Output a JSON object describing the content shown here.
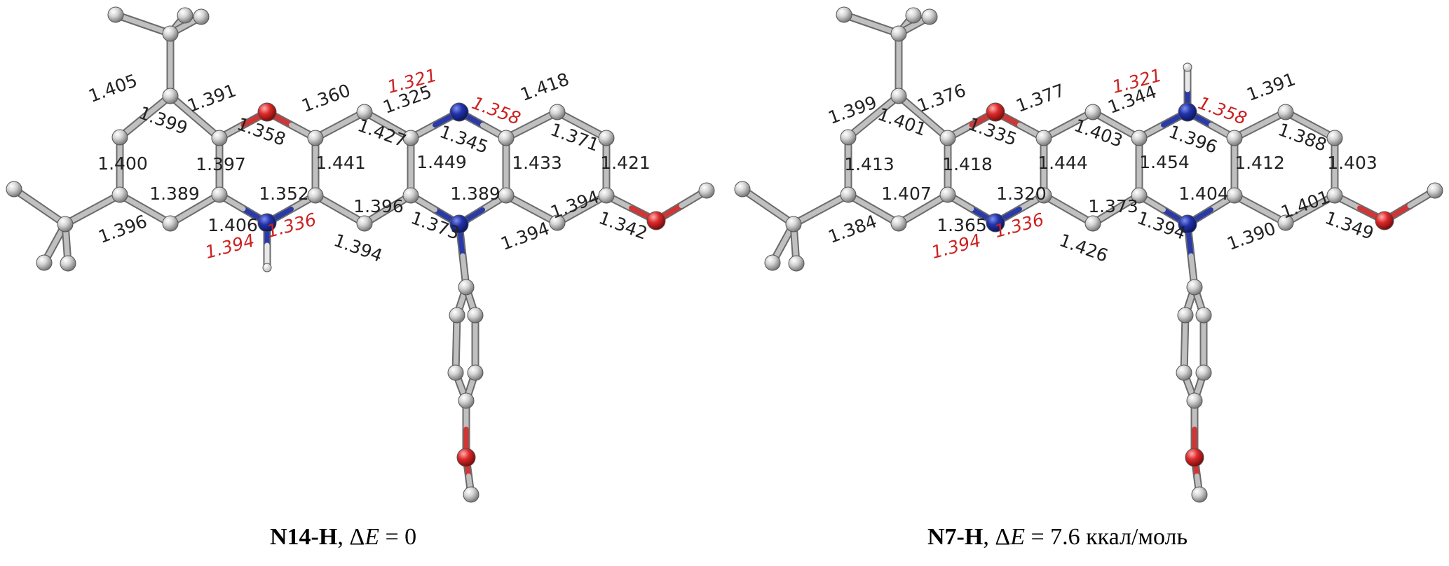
{
  "figure": {
    "background": "#ffffff",
    "colors": {
      "carbon": "#c8c8c8",
      "carbon_highlight": "#f2f2f2",
      "nitrogen": "#1a2c9e",
      "oxygen": "#cc1f1f",
      "hydrogen": "#ffffff",
      "label_black": "#222222",
      "label_red": "#cc2222"
    },
    "molecules": [
      {
        "name": "N14-H",
        "caption": {
          "name": "N14-H",
          "sep": ", Δ",
          "var": "E",
          "value": " = 0"
        },
        "labels": [
          {
            "text": "1.405",
            "color": "black"
          },
          {
            "text": "1.399",
            "color": "black"
          },
          {
            "text": "1.391",
            "color": "black"
          },
          {
            "text": "1.360",
            "color": "black"
          },
          {
            "text": "1.321",
            "color": "red"
          },
          {
            "text": "1.325",
            "color": "black"
          },
          {
            "text": "1.358",
            "color": "red"
          },
          {
            "text": "1.418",
            "color": "black"
          },
          {
            "text": "1.358",
            "color": "black"
          },
          {
            "text": "1.427",
            "color": "black"
          },
          {
            "text": "1.345",
            "color": "black"
          },
          {
            "text": "1.371",
            "color": "black"
          },
          {
            "text": "1.400",
            "color": "black"
          },
          {
            "text": "1.397",
            "color": "black"
          },
          {
            "text": "1.441",
            "color": "black"
          },
          {
            "text": "1.449",
            "color": "black"
          },
          {
            "text": "1.433",
            "color": "black"
          },
          {
            "text": "1.421",
            "color": "black"
          },
          {
            "text": "1.389",
            "color": "black"
          },
          {
            "text": "1.352",
            "color": "black"
          },
          {
            "text": "1.396",
            "color": "black"
          },
          {
            "text": "1.389",
            "color": "black"
          },
          {
            "text": "1.394",
            "color": "black"
          },
          {
            "text": "1.396",
            "color": "black"
          },
          {
            "text": "1.406",
            "color": "black"
          },
          {
            "text": "1.394",
            "color": "red"
          },
          {
            "text": "1.336",
            "color": "red"
          },
          {
            "text": "1.394",
            "color": "black"
          },
          {
            "text": "1.373",
            "color": "black"
          },
          {
            "text": "1.394",
            "color": "black"
          },
          {
            "text": "1.342",
            "color": "black"
          }
        ]
      },
      {
        "name": "N7-H",
        "caption": {
          "name": "N7-H",
          "sep": ", Δ",
          "var": "E",
          "value": " = 7.6 ккал/моль"
        },
        "labels": [
          {
            "text": "1.399",
            "color": "black"
          },
          {
            "text": "1.401",
            "color": "black"
          },
          {
            "text": "1.376",
            "color": "black"
          },
          {
            "text": "1.377",
            "color": "black"
          },
          {
            "text": "1.321",
            "color": "red"
          },
          {
            "text": "1.344",
            "color": "black"
          },
          {
            "text": "1.358",
            "color": "red"
          },
          {
            "text": "1.391",
            "color": "black"
          },
          {
            "text": "1.335",
            "color": "black"
          },
          {
            "text": "1.403",
            "color": "black"
          },
          {
            "text": "1.396",
            "color": "black"
          },
          {
            "text": "1.388",
            "color": "black"
          },
          {
            "text": "1.413",
            "color": "black"
          },
          {
            "text": "1.418",
            "color": "black"
          },
          {
            "text": "1.444",
            "color": "black"
          },
          {
            "text": "1.454",
            "color": "black"
          },
          {
            "text": "1.412",
            "color": "black"
          },
          {
            "text": "1.403",
            "color": "black"
          },
          {
            "text": "1.407",
            "color": "black"
          },
          {
            "text": "1.320",
            "color": "black"
          },
          {
            "text": "1.373",
            "color": "black"
          },
          {
            "text": "1.404",
            "color": "black"
          },
          {
            "text": "1.401",
            "color": "black"
          },
          {
            "text": "1.384",
            "color": "black"
          },
          {
            "text": "1.365",
            "color": "black"
          },
          {
            "text": "1.394",
            "color": "red"
          },
          {
            "text": "1.336",
            "color": "red"
          },
          {
            "text": "1.426",
            "color": "black"
          },
          {
            "text": "1.394",
            "color": "black"
          },
          {
            "text": "1.390",
            "color": "black"
          },
          {
            "text": "1.349",
            "color": "black"
          }
        ]
      }
    ]
  }
}
